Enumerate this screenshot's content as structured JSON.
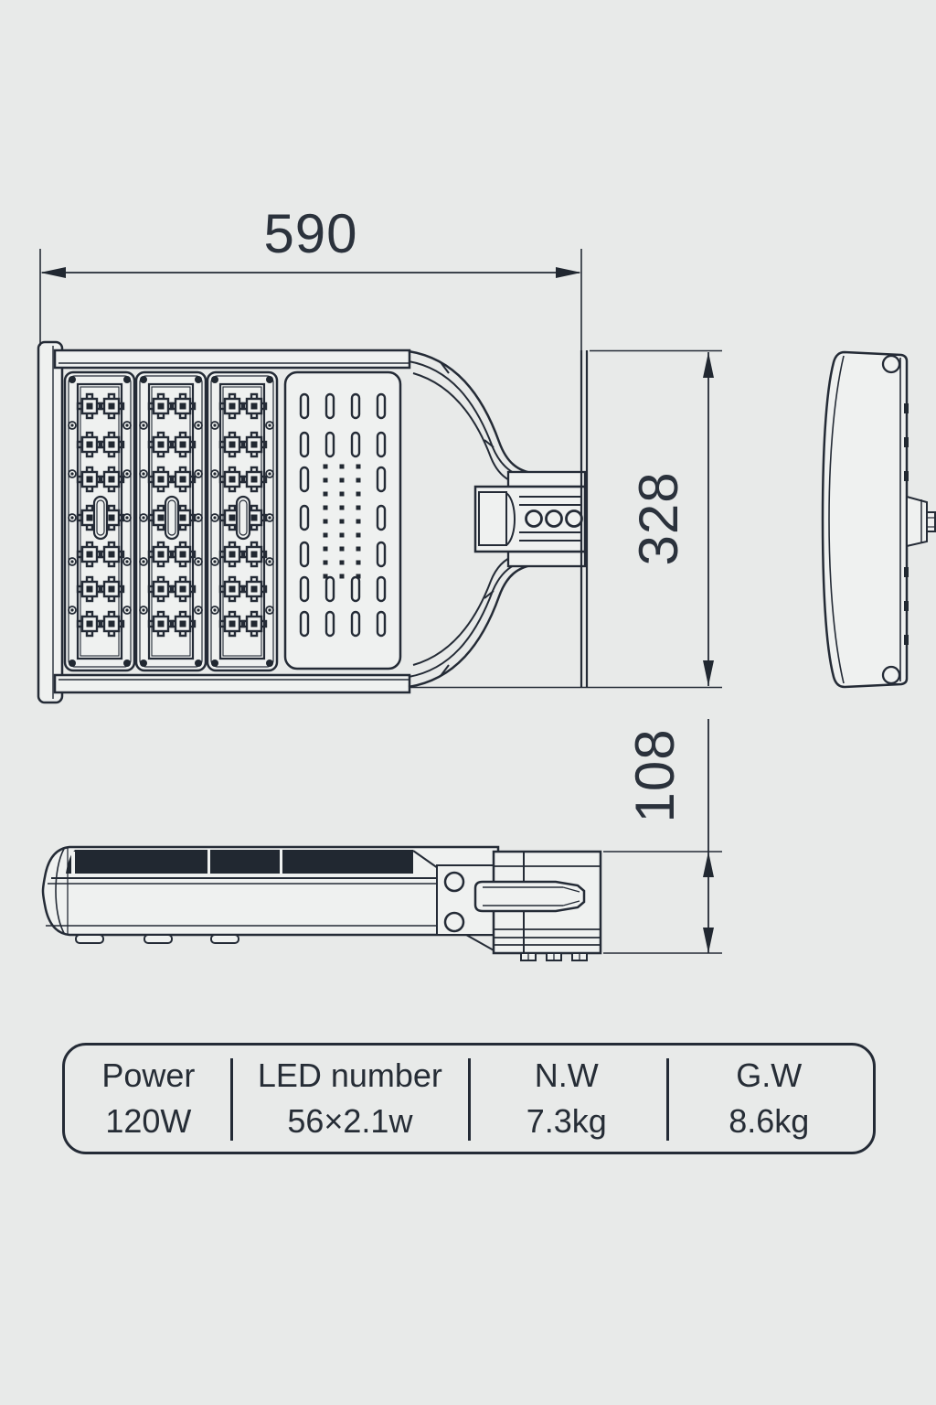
{
  "drawing": {
    "dimensions": {
      "width_mm": "590",
      "height_mm": "328",
      "thickness_mm": "108"
    },
    "spec_table": {
      "columns": [
        {
          "label": "Power",
          "value": "120W"
        },
        {
          "label": "LED number",
          "value": "56×2.1w"
        },
        {
          "label": "N.W",
          "value": "7.3kg"
        },
        {
          "label": "G.W",
          "value": "8.6kg"
        }
      ]
    },
    "colors": {
      "background": "#e8eae9",
      "line": "#242b36",
      "panel_fill": "#eff1f0",
      "dark_fill": "#212831",
      "text": "#2b323c"
    }
  }
}
